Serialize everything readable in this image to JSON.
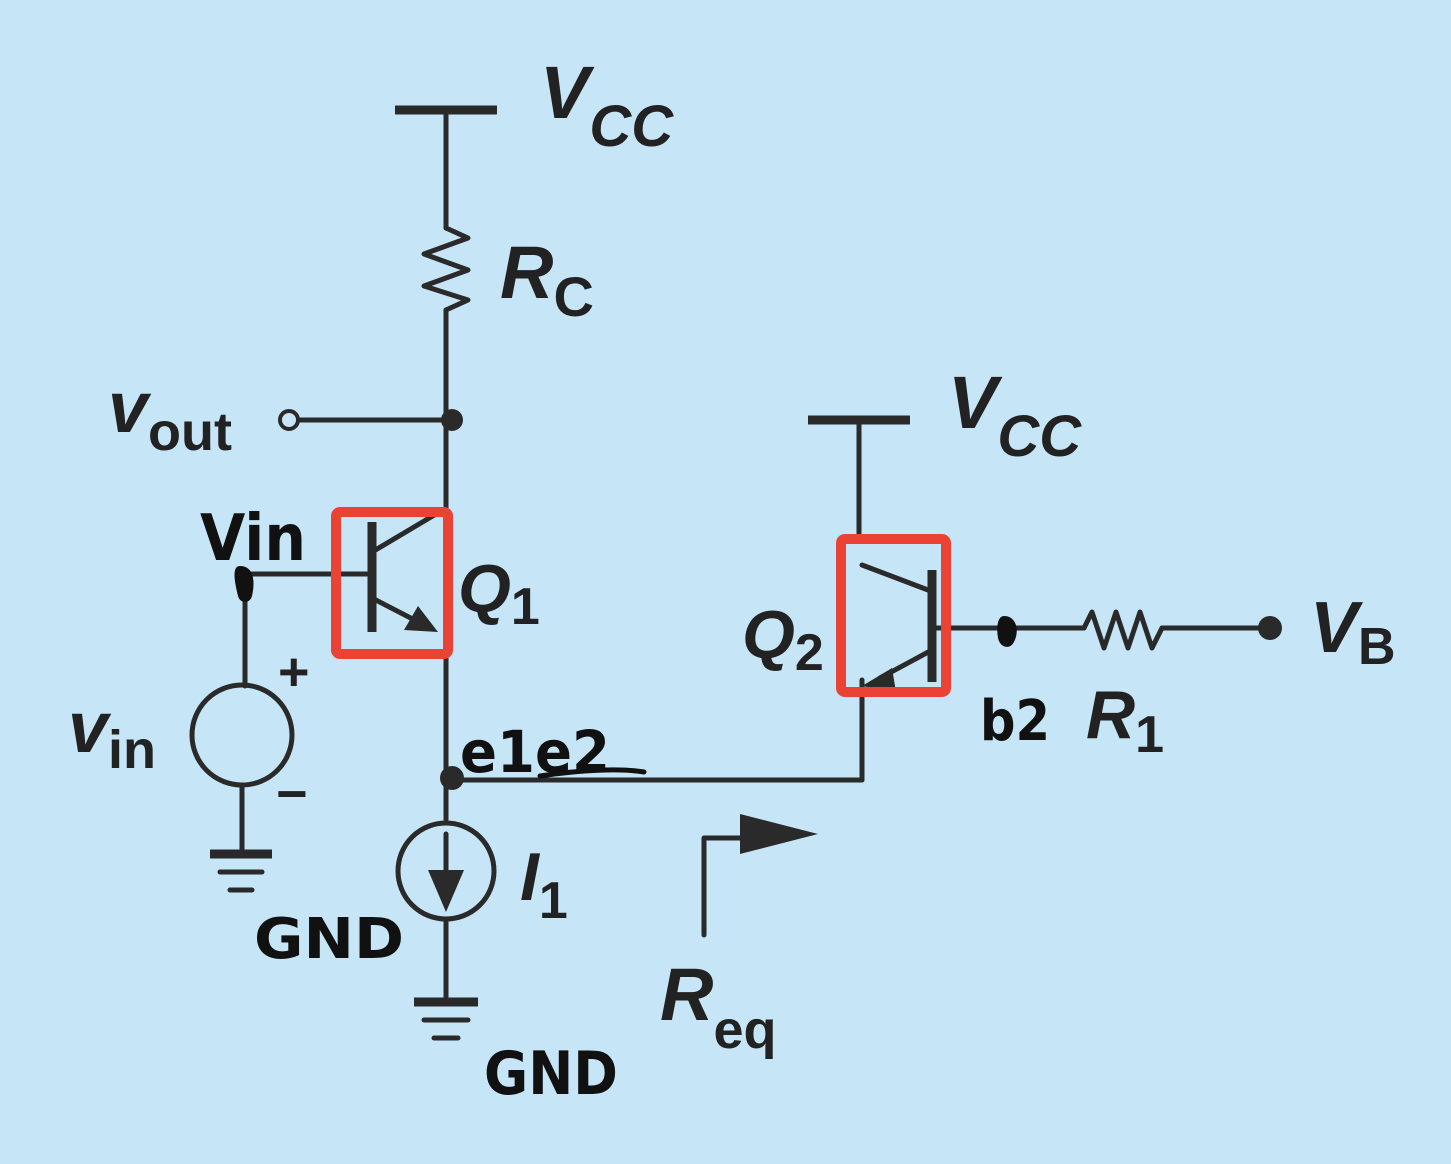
{
  "labels": {
    "vcc_top": {
      "main": "V",
      "sub": "CC"
    },
    "vcc_right": {
      "main": "V",
      "sub": "CC"
    },
    "rc": {
      "main": "R",
      "sub": "C"
    },
    "vout": {
      "main": "v",
      "sub": "out"
    },
    "vin_source": {
      "main": "v",
      "sub": "in"
    },
    "q1": {
      "main": "Q",
      "sub": "1"
    },
    "q2": {
      "main": "Q",
      "sub": "2"
    },
    "vb": {
      "main": "V",
      "sub": "B"
    },
    "r1": {
      "main": "R",
      "sub": "1"
    },
    "i1": {
      "main": "I",
      "sub": "1"
    },
    "req": {
      "main": "R",
      "sub": "eq"
    },
    "plus": "+",
    "minus": "−"
  },
  "annotations": {
    "vin_node": "Vin",
    "emitter_node": "e1e2",
    "base_node": "b2",
    "gnd_left": "GND",
    "gnd_bottom": "GND"
  },
  "colors": {
    "background": "#c6e6f8",
    "wire": "#2a2a2a",
    "highlight": "#ea4335",
    "handwriting": "#111111"
  }
}
